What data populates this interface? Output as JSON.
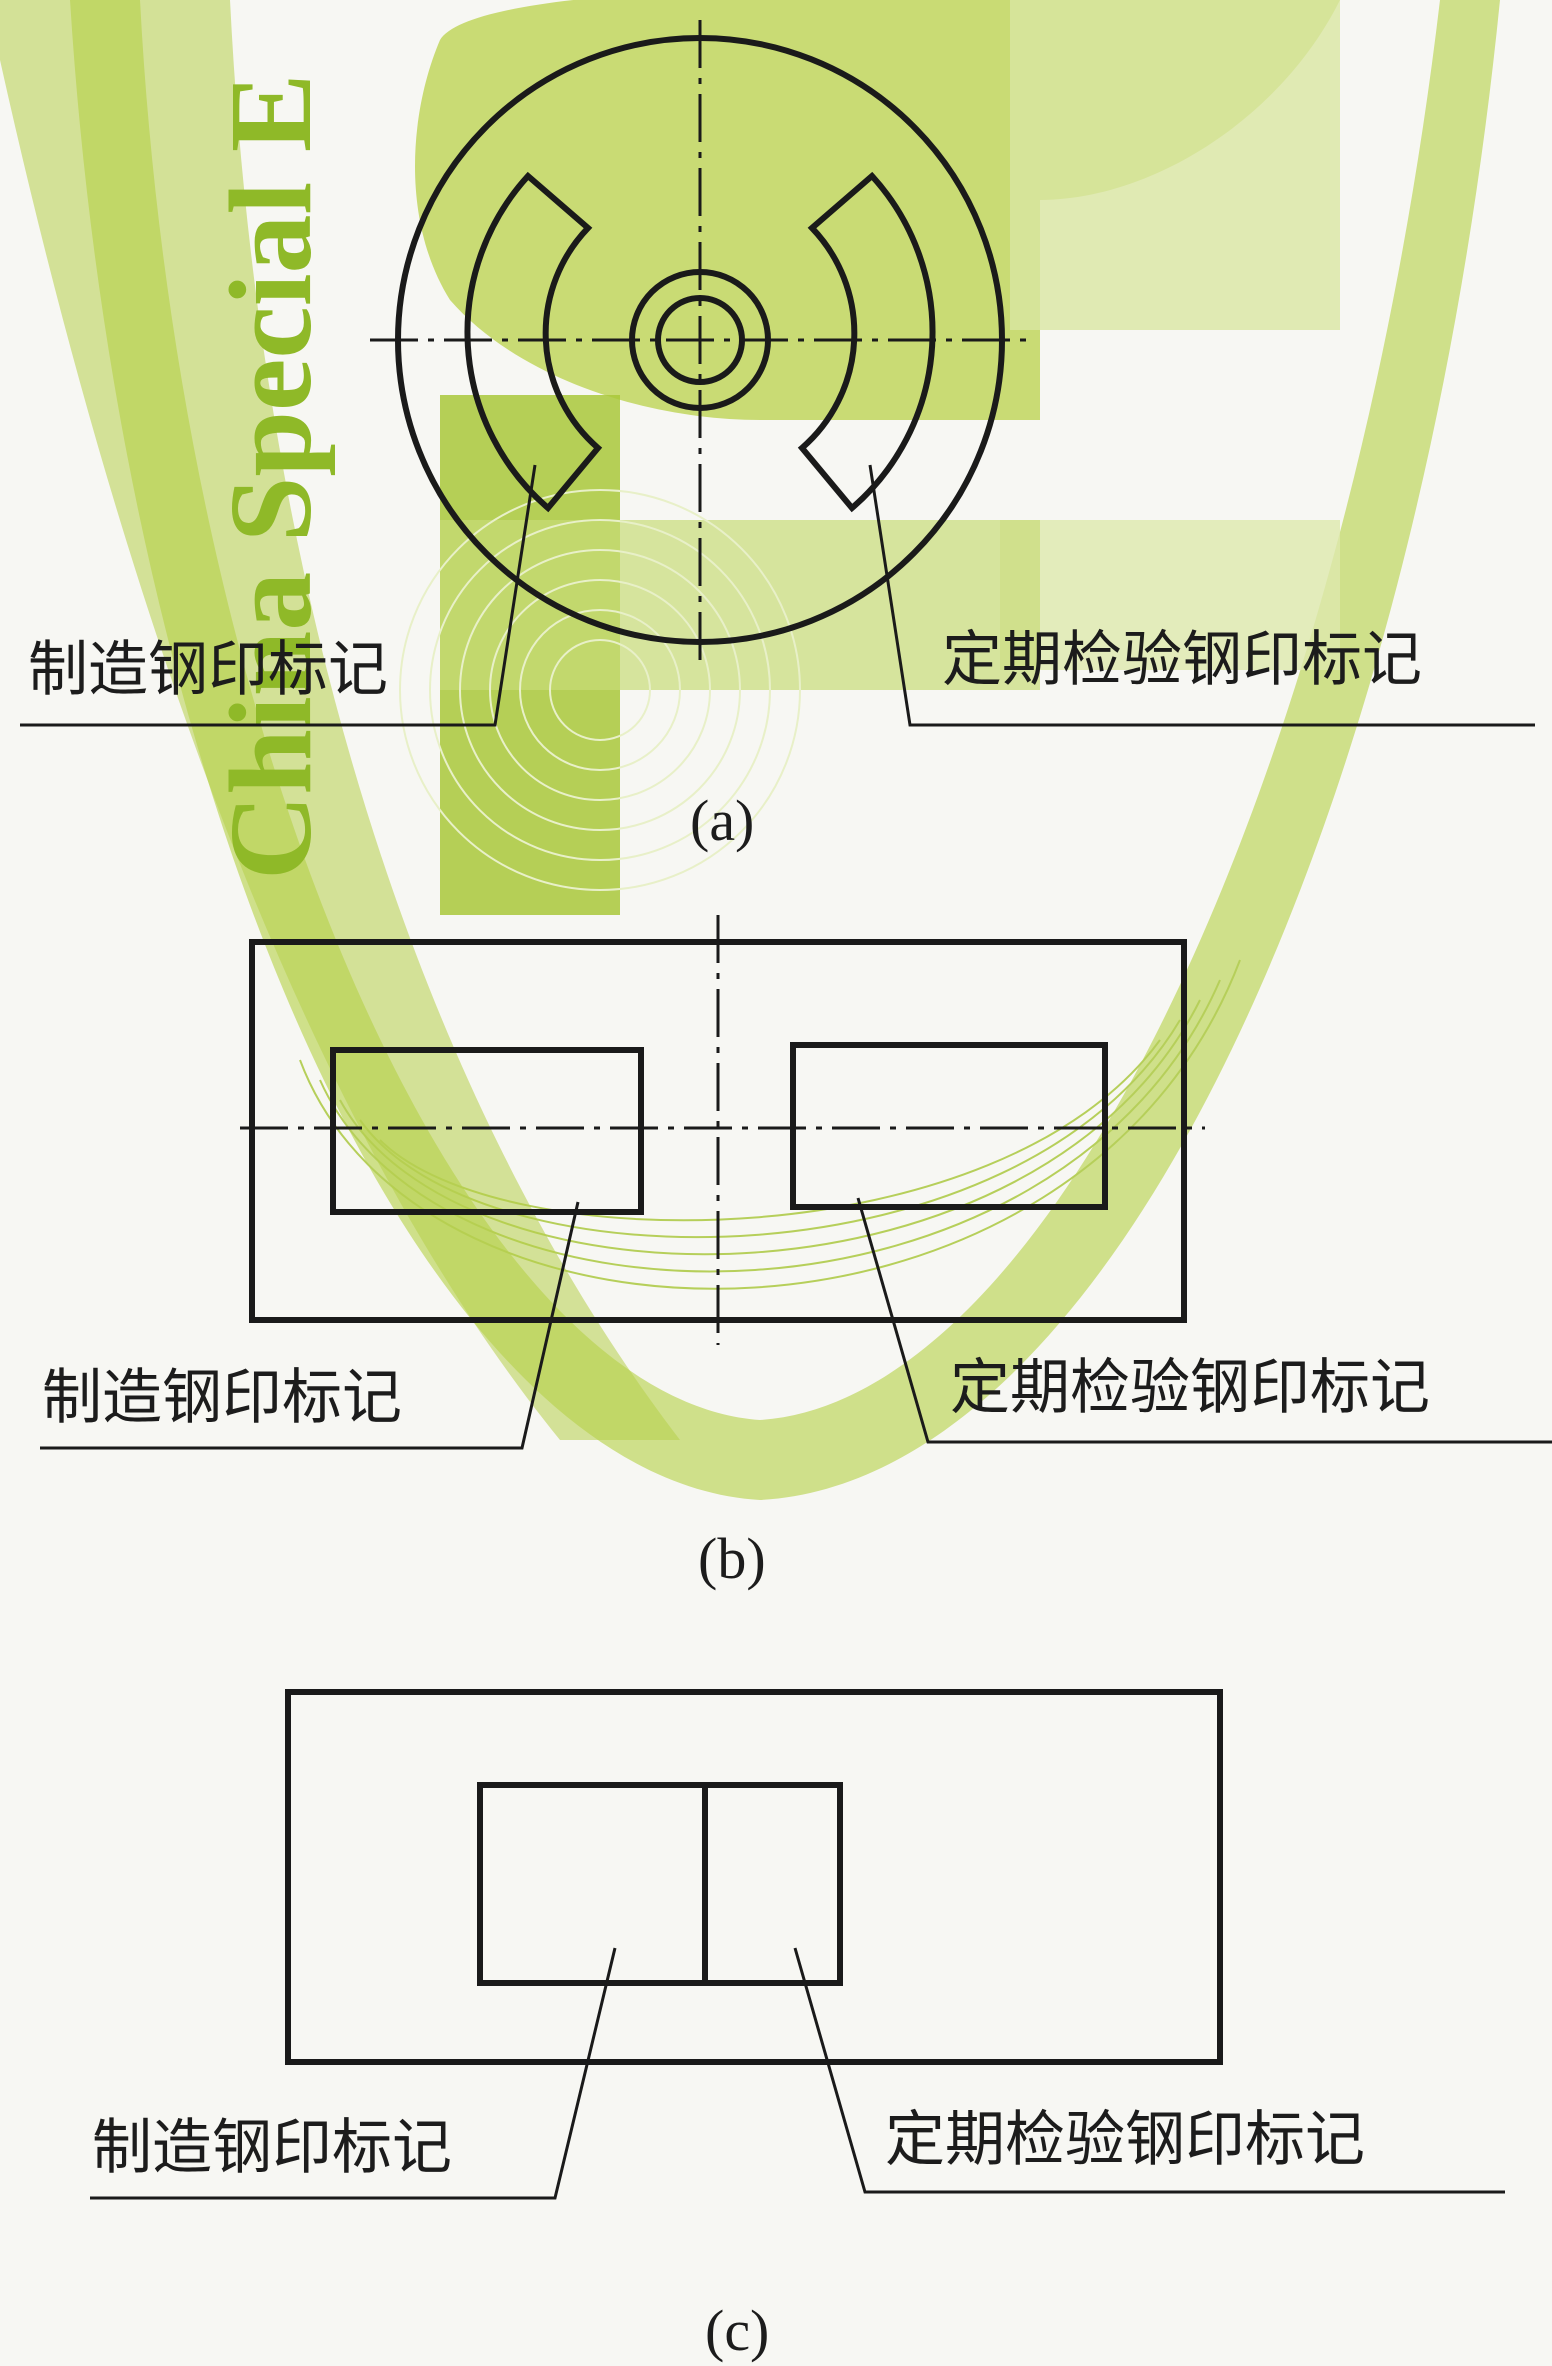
{
  "watermark": {
    "text": "China Special E",
    "colors": {
      "primary": "#9bc22c",
      "light": "#cfe08a",
      "pale": "#e4edc0"
    }
  },
  "figures": [
    {
      "id": "a",
      "caption": "(a)",
      "left_label": "制造钢印标记",
      "right_label": "定期检验钢印标记"
    },
    {
      "id": "b",
      "caption": "(b)",
      "left_label": "制造钢印标记",
      "right_label": "定期检验钢印标记"
    },
    {
      "id": "c",
      "caption": "(c)",
      "left_label": "制造钢印标记",
      "right_label": "定期检验钢印标记"
    }
  ]
}
